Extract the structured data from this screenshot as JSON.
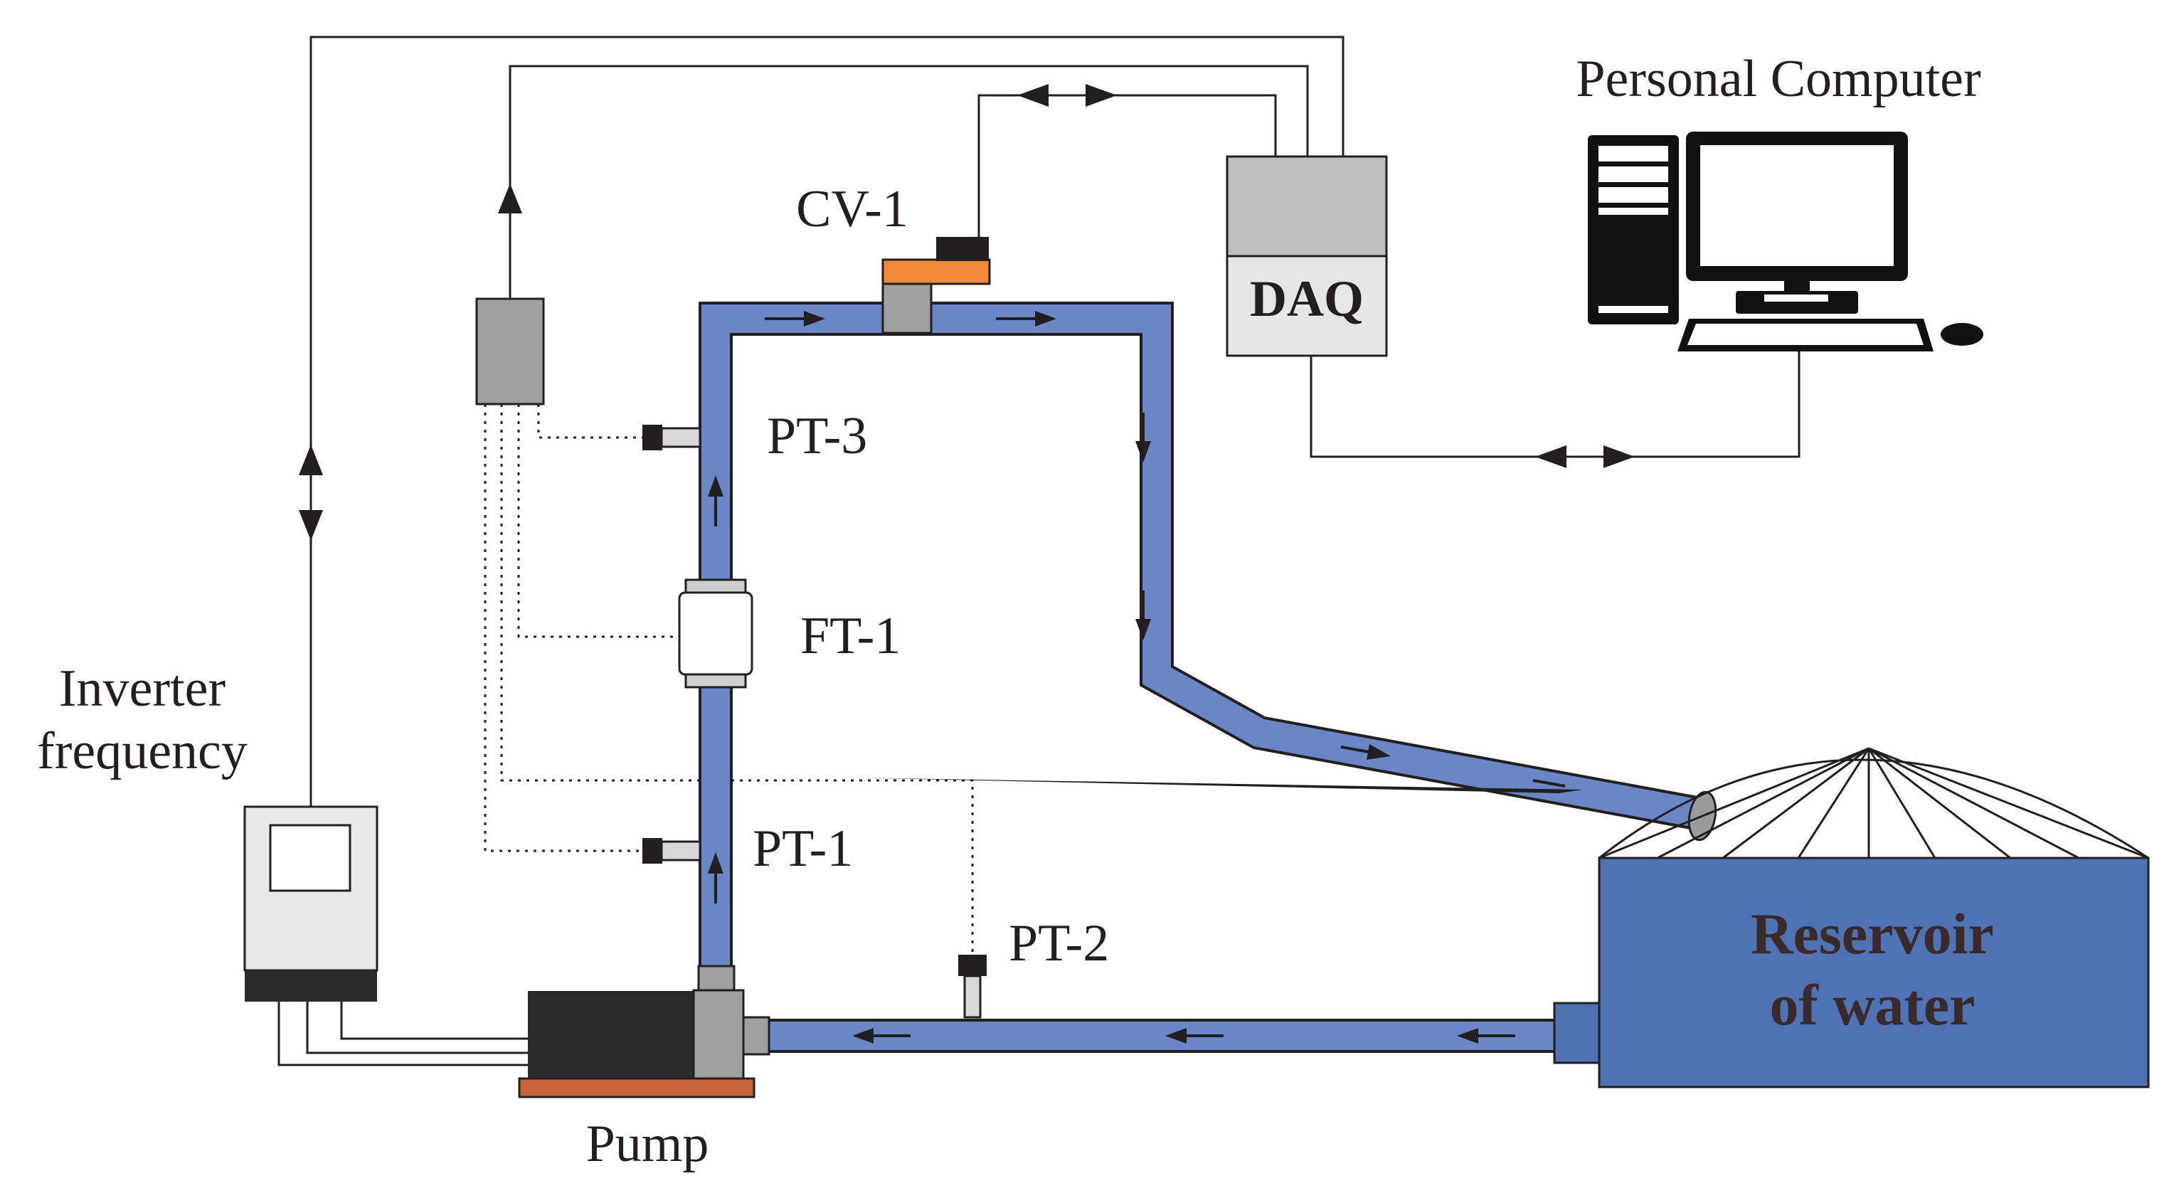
{
  "labels": {
    "personal_computer": "Personal Computer",
    "daq": "DAQ",
    "cv1": "CV-1",
    "pt3": "PT-3",
    "ft1": "FT-1",
    "pt1": "PT-1",
    "pt2": "PT-2",
    "inverter_line1": "Inverter",
    "inverter_line2": "frequency",
    "pump": "Pump",
    "reservoir_line1": "Reservoir",
    "reservoir_line2": "of water"
  },
  "colors": {
    "pipe_fill": "#6a86c5",
    "pipe_outline": "#231f20",
    "reservoir_fill": "#4e72b3",
    "reservoir_text": "#3a2a2a",
    "daq_top": "#bdbdbd",
    "daq_bottom": "#e6e6e6",
    "valve_actuator": "#f08a34",
    "pump_body": "#2b2b2b",
    "pump_base": "#c8643a",
    "component_gray": "#a0a0a0",
    "inverter_body": "#e8e8e8",
    "inverter_base": "#2b2b2b"
  },
  "icons": [
    "personal-computer-icon",
    "tower-case-icon",
    "monitor-icon",
    "keyboard-icon",
    "mouse-icon",
    "bidirectional-arrow-icon",
    "flow-arrow-icon",
    "reservoir-dome-icon"
  ]
}
